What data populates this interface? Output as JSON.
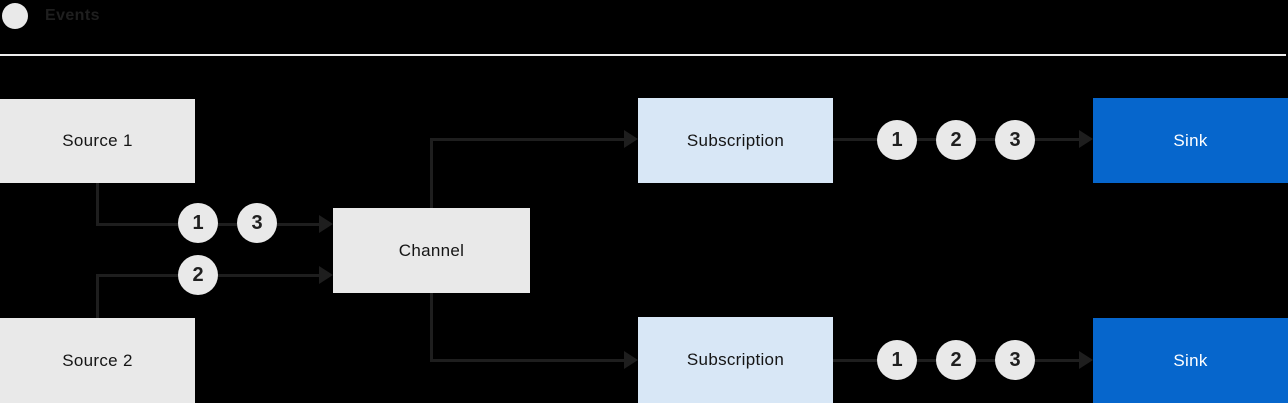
{
  "legend": {
    "label": "Events"
  },
  "colors": {
    "background": "#000000",
    "node_gray": "#e9e9e9",
    "node_light_blue": "#d8e7f6",
    "node_blue": "#0666cc",
    "edge_line": "#1e1e1e",
    "event_circle_fill": "#e9e9e9",
    "divider_rule": "#ececec",
    "node_text_dark": "#151515",
    "sink_text": "#ffffff"
  },
  "nodes": {
    "source1": "Source 1",
    "source2": "Source 2",
    "channel": "Channel",
    "subscription_top": "Subscription",
    "subscription_bottom": "Subscription",
    "sink_top": "Sink",
    "sink_bottom": "Sink"
  },
  "event_markers": {
    "source1_to_channel": [
      "1",
      "3"
    ],
    "source2_to_channel": [
      "2"
    ],
    "subscription_top_to_sink": [
      "1",
      "2",
      "3"
    ],
    "subscription_bottom_to_sink": [
      "1",
      "2",
      "3"
    ]
  }
}
